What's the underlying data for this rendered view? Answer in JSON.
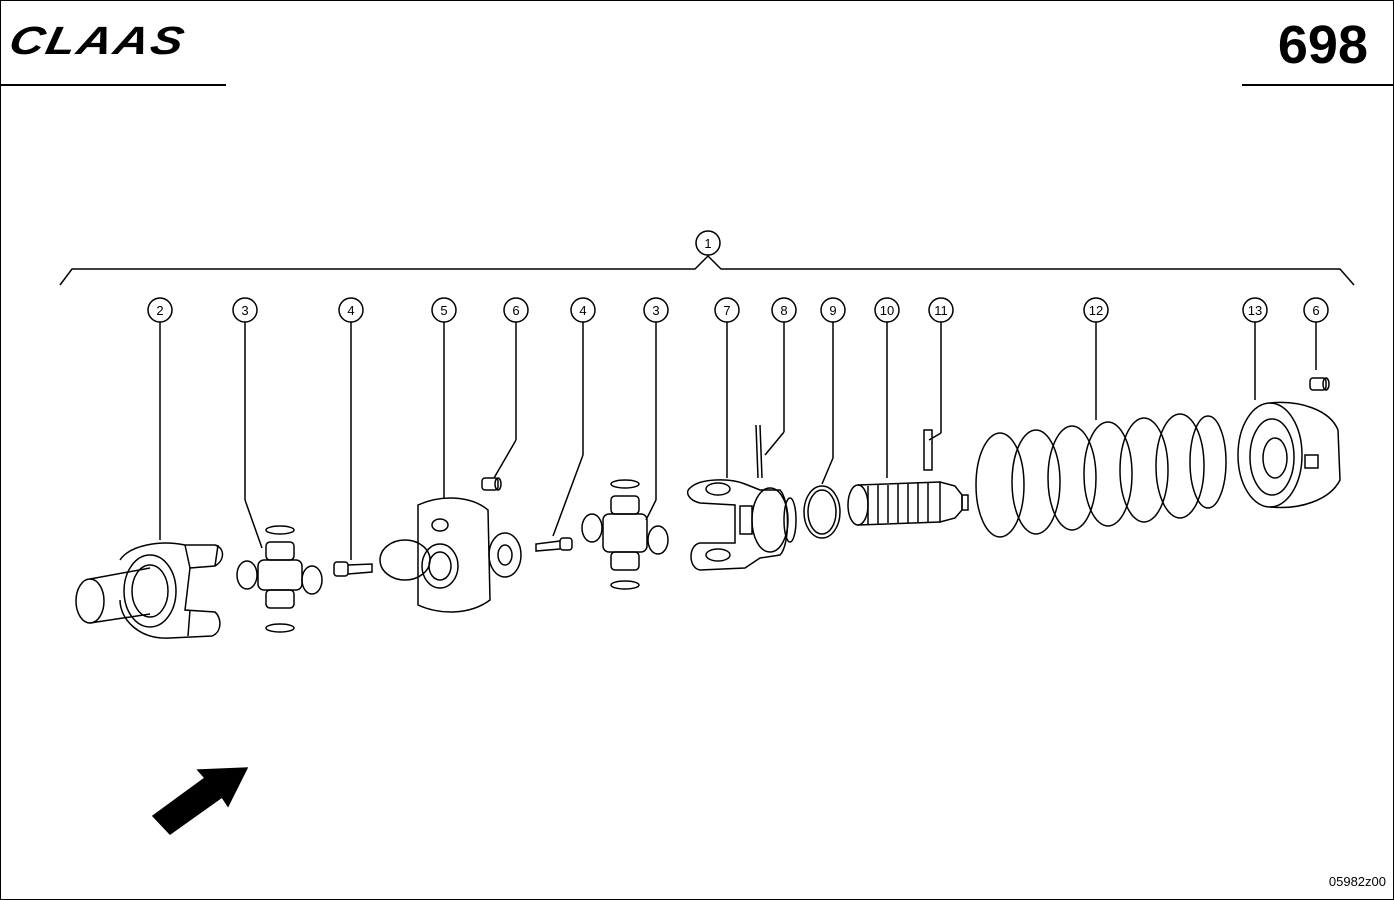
{
  "header": {
    "brand": "CLAAS",
    "page_number": "698"
  },
  "footer": {
    "drawing_number": "05982z00"
  },
  "diagram": {
    "assembly_label": "1",
    "callouts": [
      "2",
      "3",
      "4",
      "5",
      "6",
      "4",
      "3",
      "7",
      "8",
      "9",
      "10",
      "11",
      "12",
      "13",
      "6"
    ]
  },
  "icons": {
    "direction_arrow": "direction-arrow-icon"
  },
  "colors": {
    "line": "#000000",
    "background": "#ffffff"
  }
}
